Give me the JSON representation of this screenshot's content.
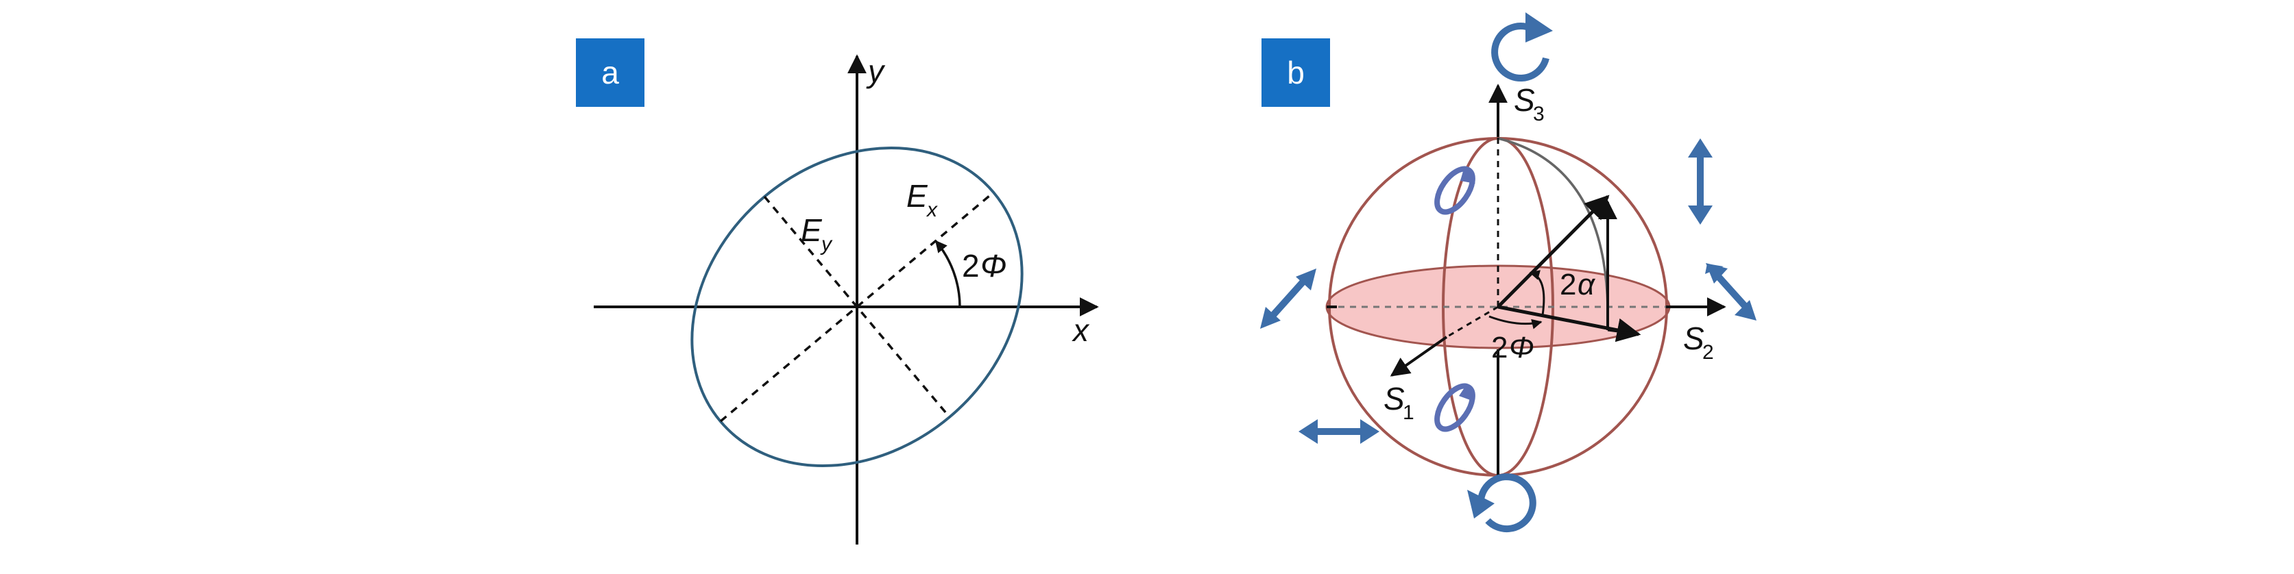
{
  "colors": {
    "badge_blue": "#1670c4",
    "ellipse_stroke": "#2f5f7e",
    "sphere_stroke": "#a2554f",
    "equator_fill": "#f7c6c6",
    "icon_blue": "#3d6ea9",
    "ink": "#111111"
  },
  "panel_a": {
    "badge": "a",
    "x_label": "x",
    "y_label": "y",
    "ex_main": "E",
    "ex_sub": "x",
    "ey_main": "E",
    "ey_sub": "y",
    "angle_num": "2",
    "angle_sym": "Φ"
  },
  "panel_b": {
    "badge": "b",
    "s1_main": "S",
    "s1_sub": "1",
    "s2_main": "S",
    "s2_sub": "2",
    "s3_main": "S",
    "s3_sub": "3",
    "alpha_num": "2",
    "alpha_sym": "α",
    "phi_num": "2",
    "phi_sym": "Φ"
  }
}
